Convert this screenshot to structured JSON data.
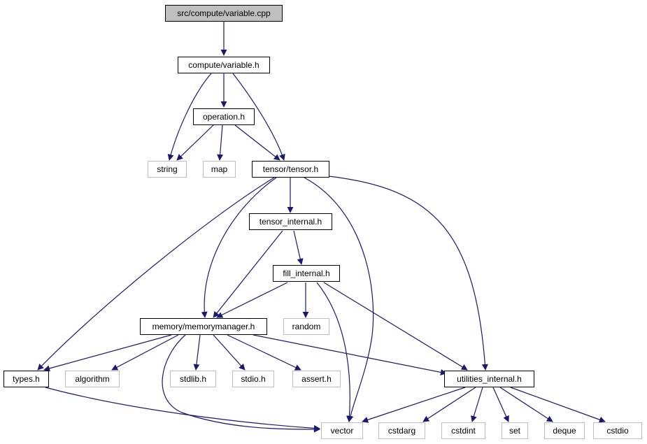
{
  "diagram": {
    "colors": {
      "edge": "#191970",
      "internal_border": "#000000",
      "external_border": "#bfbfbf",
      "root_fill": "#bfbfbf"
    },
    "nodes": {
      "variable_cpp": "src/compute/variable.cpp",
      "compute_variable_h": "compute/variable.h",
      "operation_h": "operation.h",
      "string": "string",
      "map": "map",
      "tensor_tensor_h": "tensor/tensor.h",
      "tensor_internal_h": "tensor_internal.h",
      "fill_internal_h": "fill_internal.h",
      "memorymanager_h": "memory/memorymanager.h",
      "random": "random",
      "types_h": "types.h",
      "algorithm": "algorithm",
      "stdlib_h": "stdlib.h",
      "stdio_h": "stdio.h",
      "assert_h": "assert.h",
      "utilities_internal_h": "utilities_internal.h",
      "vector": "vector",
      "cstdarg": "cstdarg",
      "cstdint": "cstdint",
      "set": "set",
      "deque": "deque",
      "cstdio": "cstdio"
    }
  }
}
